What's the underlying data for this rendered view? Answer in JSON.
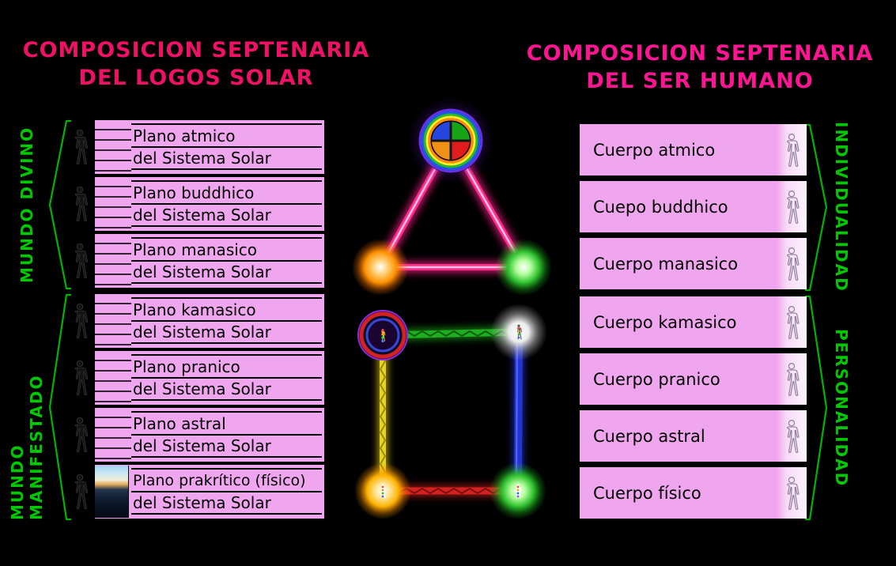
{
  "left": {
    "title_line1": "COMPOSICION SEPTENARIA",
    "title_line2": "DEL LOGOS SOLAR",
    "group1_label": "MUNDO DIVINO",
    "group2_label": "MUNDO MANIFESTADO",
    "rows": [
      {
        "line1": "Plano atmico",
        "line2": "del Sistema Solar"
      },
      {
        "line1": "Plano buddhico",
        "line2": "del Sistema Solar"
      },
      {
        "line1": "Plano manasico",
        "line2": "del Sistema Solar"
      },
      {
        "line1": "Plano kamasico",
        "line2": "del Sistema Solar"
      },
      {
        "line1": "Plano pranico",
        "line2": "del Sistema Solar"
      },
      {
        "line1": "Plano astral",
        "line2": "del Sistema Solar"
      },
      {
        "line1": "Plano prakrítico (físico)",
        "line2": "del Sistema Solar"
      }
    ]
  },
  "right": {
    "title_line1": "COMPOSICION SEPTENARIA",
    "title_line2": "DEL SER HUMANO",
    "group1_label": "INDIVIDUALIDAD",
    "group2_label": "PERSONALIDAD",
    "rows": [
      {
        "label": "Cuerpo atmico"
      },
      {
        "label": "Cuepo buddhico"
      },
      {
        "label": "Cuerpo manasico"
      },
      {
        "label": "Cuerpo kamasico"
      },
      {
        "label": "Cuerpo pranico"
      },
      {
        "label": "Cuerpo astral"
      },
      {
        "label": "Cuerpo físico"
      }
    ]
  },
  "colors": {
    "background": "#000000",
    "left_title": "#ee1166",
    "right_title": "#ff1493",
    "row_pink": "#f0a6ee",
    "label_green": "#00c800",
    "triangle_lines": "#ff2d8e",
    "square_top_edge": "#1fae1f",
    "square_left_edge": "#e6d320",
    "square_right_edge": "#2434cf",
    "square_bottom_edge": "#d42020"
  },
  "icons": {
    "left_row_figure": "human-silhouette-icon",
    "right_row_figure": "human-outline-icon",
    "row7_thumbnail": "seascape-photo-thumbnail",
    "top_orb": "rainbow-quadrant-orb",
    "triangle_orbs": "orange-orb / green-orb",
    "square_orbs": "mandala-orb / white-orb / gold-orb / green-orb"
  }
}
